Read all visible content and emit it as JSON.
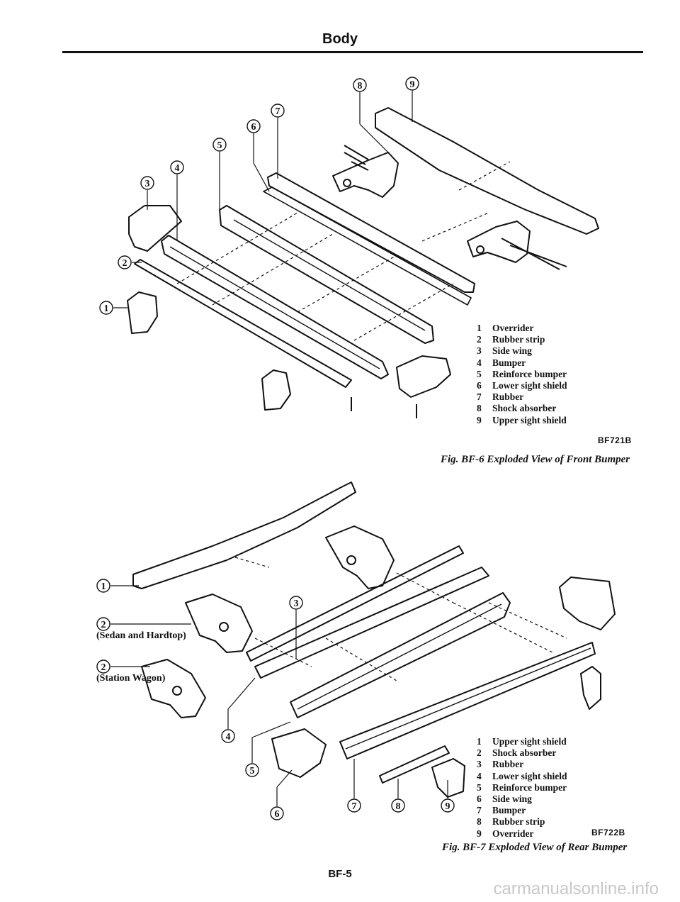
{
  "page": {
    "header": "Body",
    "page_number": "BF-5",
    "watermark": "carmanualsonline.info"
  },
  "figure1": {
    "code": "BF721B",
    "caption": "Fig. BF-6  Exploded View of Front Bumper",
    "callouts": [
      "1",
      "2",
      "3",
      "4",
      "5",
      "6",
      "7",
      "8",
      "9"
    ],
    "legend": [
      {
        "num": "1",
        "label": "Overrider"
      },
      {
        "num": "2",
        "label": "Rubber strip"
      },
      {
        "num": "3",
        "label": "Side wing"
      },
      {
        "num": "4",
        "label": "Bumper"
      },
      {
        "num": "5",
        "label": "Reinforce bumper"
      },
      {
        "num": "6",
        "label": "Lower sight shield"
      },
      {
        "num": "7",
        "label": "Rubber"
      },
      {
        "num": "8",
        "label": "Shock absorber"
      },
      {
        "num": "9",
        "label": "Upper sight shield"
      }
    ]
  },
  "figure2": {
    "code": "BF722B",
    "caption": "Fig. BF-7  Exploded View of Rear Bumper",
    "callouts": [
      "1",
      "2",
      "2",
      "3",
      "4",
      "5",
      "6",
      "7",
      "8",
      "9"
    ],
    "variant_labels": [
      "(Sedan and Hardtop)",
      "(Station Wagon)"
    ],
    "legend": [
      {
        "num": "1",
        "label": "Upper sight shield"
      },
      {
        "num": "2",
        "label": "Shock absorber"
      },
      {
        "num": "3",
        "label": "Rubber"
      },
      {
        "num": "4",
        "label": "Lower sight shield"
      },
      {
        "num": "5",
        "label": "Reinforce bumper"
      },
      {
        "num": "6",
        "label": "Side wing"
      },
      {
        "num": "7",
        "label": "Bumper"
      },
      {
        "num": "8",
        "label": "Rubber strip"
      },
      {
        "num": "9",
        "label": "Overrider"
      }
    ]
  }
}
